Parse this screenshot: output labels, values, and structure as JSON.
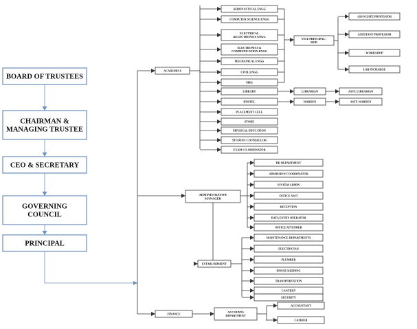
{
  "main_chain": [
    "BOARD OF TRUSTEES",
    "CHAIRMAN &|MANAGING TRUSTEE",
    "CEO & SECRETARY",
    "GOVERNING|COUNCIL",
    "PRINCIPAL"
  ],
  "academics": {
    "label": "ACADEMICS",
    "departments": [
      "AERONAUTICAL ENGG",
      "COMPUTER SCIENCE ENGG",
      "ELECTRICAL|&ELECTRONICS ENGG",
      "ELECTRONICS &|COMMUNICATION ENGG",
      "MECHANICAL ENGG",
      "CIVIL ENGG",
      "MBA"
    ],
    "vice_principal": "VICE PRINCIPAL /|HOD",
    "faculty": [
      "ASSOCIATE PROFESSOR",
      "ASSISTANT PROFESSOR",
      "WORKSHOP",
      "LAB INCHARGE"
    ],
    "library": "LIBRARY",
    "librarian": "LIBRARIAN",
    "asst_librarian": "ASST. LIBRARIAN",
    "hostel": "HOSTEL",
    "warden": "WARDEN",
    "asst_warden": "ASST. WARDEN",
    "others": [
      "PLACEMENT CELL",
      "STORE",
      "PHYSICAL EDUCATION",
      "STUDENT COUNSELLOR",
      "EXAM CO-ORDINATOR"
    ]
  },
  "administration": {
    "label": "ADMINISTRATIVE|MANAGER",
    "staff": [
      "HR DEPARTMENT",
      "ADMISSION COORDINATOR",
      "SYSTEM ADMIN",
      "OFFICE ASST",
      "RECEPTION",
      "DATA ENTRY OPERATOR",
      "OFFICE ATTENDER"
    ],
    "establishment": "ESTABLISHMENT",
    "establishment_units": [
      "MAINTENANCE DEPARTMENTS",
      "ELECTRICIAN",
      "PLUMBER",
      "HOUSE KEEPING",
      "TRANSPORTATION",
      "CANTEEN",
      "SECURITY"
    ]
  },
  "finance": {
    "label": "FINANCE",
    "accounts": "ACCOUNTS|DEPARTMENT",
    "roles": [
      "ACCOUNTANT",
      "CASHIER"
    ]
  },
  "colors": {
    "main_stroke": "#7d9dc4",
    "node_stroke": "#333333",
    "line": "#333333",
    "arrow": "#6f90bb"
  }
}
